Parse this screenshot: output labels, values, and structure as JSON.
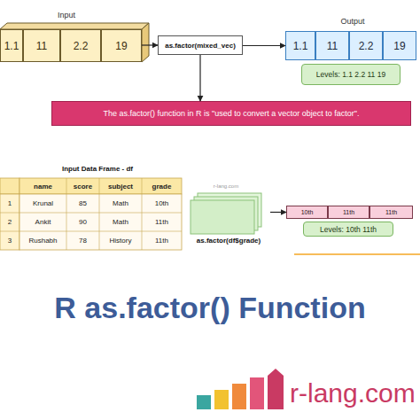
{
  "diagram": {
    "title": "R as.factor() Function",
    "nodes": [
      {
        "text": [
          "1.1"
        ]
      },
      {
        "text": [
          "11"
        ]
      },
      {
        "text": [
          "2.2"
        ]
      },
      {
        "text": [
          "19"
        ]
      },
      {
        "text": [
          "as.factor(mixed_vec)"
        ]
      },
      {
        "text": [
          "1.1"
        ]
      },
      {
        "text": [
          "11"
        ]
      },
      {
        "text": [
          "2.2"
        ]
      },
      {
        "text": [
          "19"
        ]
      },
      {
        "text": [
          "Levels: 1.1 2.2 11 19"
        ]
      },
      {
        "text": [
          "The as.factor() function in R is \"used to convert a vector object to factor\"."
        ]
      },
      {
        "text": [
          "as.factor(df$grade)"
        ]
      },
      {
        "text": [
          "10th"
        ]
      },
      {
        "text": [
          "11th"
        ]
      },
      {
        "text": [
          "11th"
        ]
      },
      {
        "text": [
          "Levels: 10th 11th"
        ]
      }
    ],
    "edges": [
      {
        "from": 3,
        "to": 4,
        "arrow": "to"
      },
      {
        "from": 4,
        "to": 5,
        "arrow": "to"
      },
      {
        "from": 4,
        "to": 10,
        "arrow": "to"
      },
      {
        "from": 11,
        "to": 12,
        "arrow": "to"
      }
    ],
    "labels": [
      "Input",
      "Output",
      "Input Data Frame - df",
      "name",
      "score",
      "subject",
      "grade",
      "1",
      "Krunal",
      "85",
      "Math",
      "10th",
      "2",
      "Ankit",
      "90",
      "Math",
      "11th",
      "3",
      "Rushabh",
      "78",
      "History",
      "11th",
      "r-lang.com",
      "r-lang.com"
    ]
  }
}
